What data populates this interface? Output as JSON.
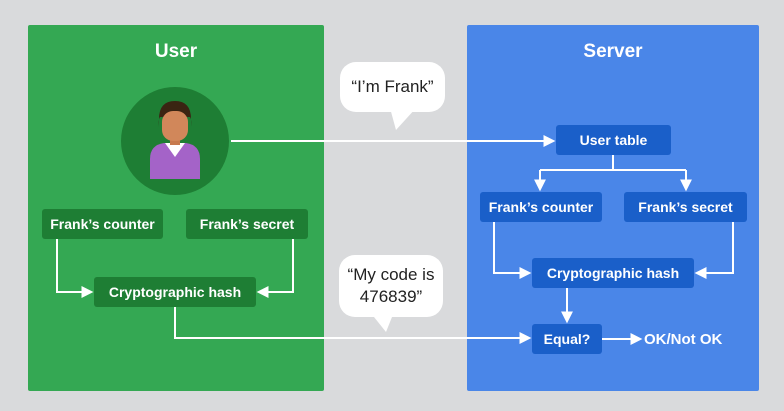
{
  "user_panel": {
    "title": "User"
  },
  "server_panel": {
    "title": "Server"
  },
  "user_boxes": {
    "counter": "Frank’s counter",
    "secret": "Frank’s secret",
    "hash": "Cryptographic hash"
  },
  "server_boxes": {
    "user_table": "User table",
    "counter": "Frank’s counter",
    "secret": "Frank’s secret",
    "hash": "Cryptographic hash",
    "equal": "Equal?",
    "result": "OK/Not OK"
  },
  "bubbles": {
    "identity": "“I’m Frank”",
    "code_line1": "“My code is",
    "code_line2": "476839”"
  },
  "colors": {
    "user_panel": "#34a853",
    "user_box": "#1e7e34",
    "server_panel": "#4a86e8",
    "server_box": "#1a5fc9",
    "background": "#d9dadc"
  },
  "icons": {
    "user_avatar": "person-avatar-icon"
  }
}
